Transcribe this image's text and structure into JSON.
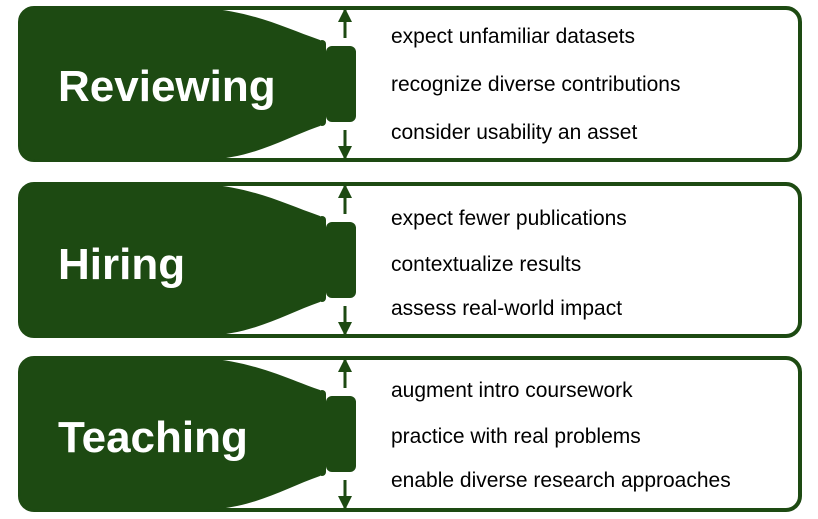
{
  "colors": {
    "bottle": "#1d4a12",
    "border": "#1d4a12",
    "background": "#ffffff",
    "label_text": "#ffffff",
    "item_text": "#000000"
  },
  "panels": [
    {
      "title": "Reviewing",
      "items": [
        "expect unfamiliar datasets",
        "recognize diverse contributions",
        "consider usability an asset"
      ]
    },
    {
      "title": "Hiring",
      "items": [
        "expect fewer publications",
        "contextualize results",
        "assess real-world impact"
      ]
    },
    {
      "title": "Teaching",
      "items": [
        "augment intro coursework",
        "practice with real problems",
        "enable diverse research approaches"
      ]
    }
  ]
}
